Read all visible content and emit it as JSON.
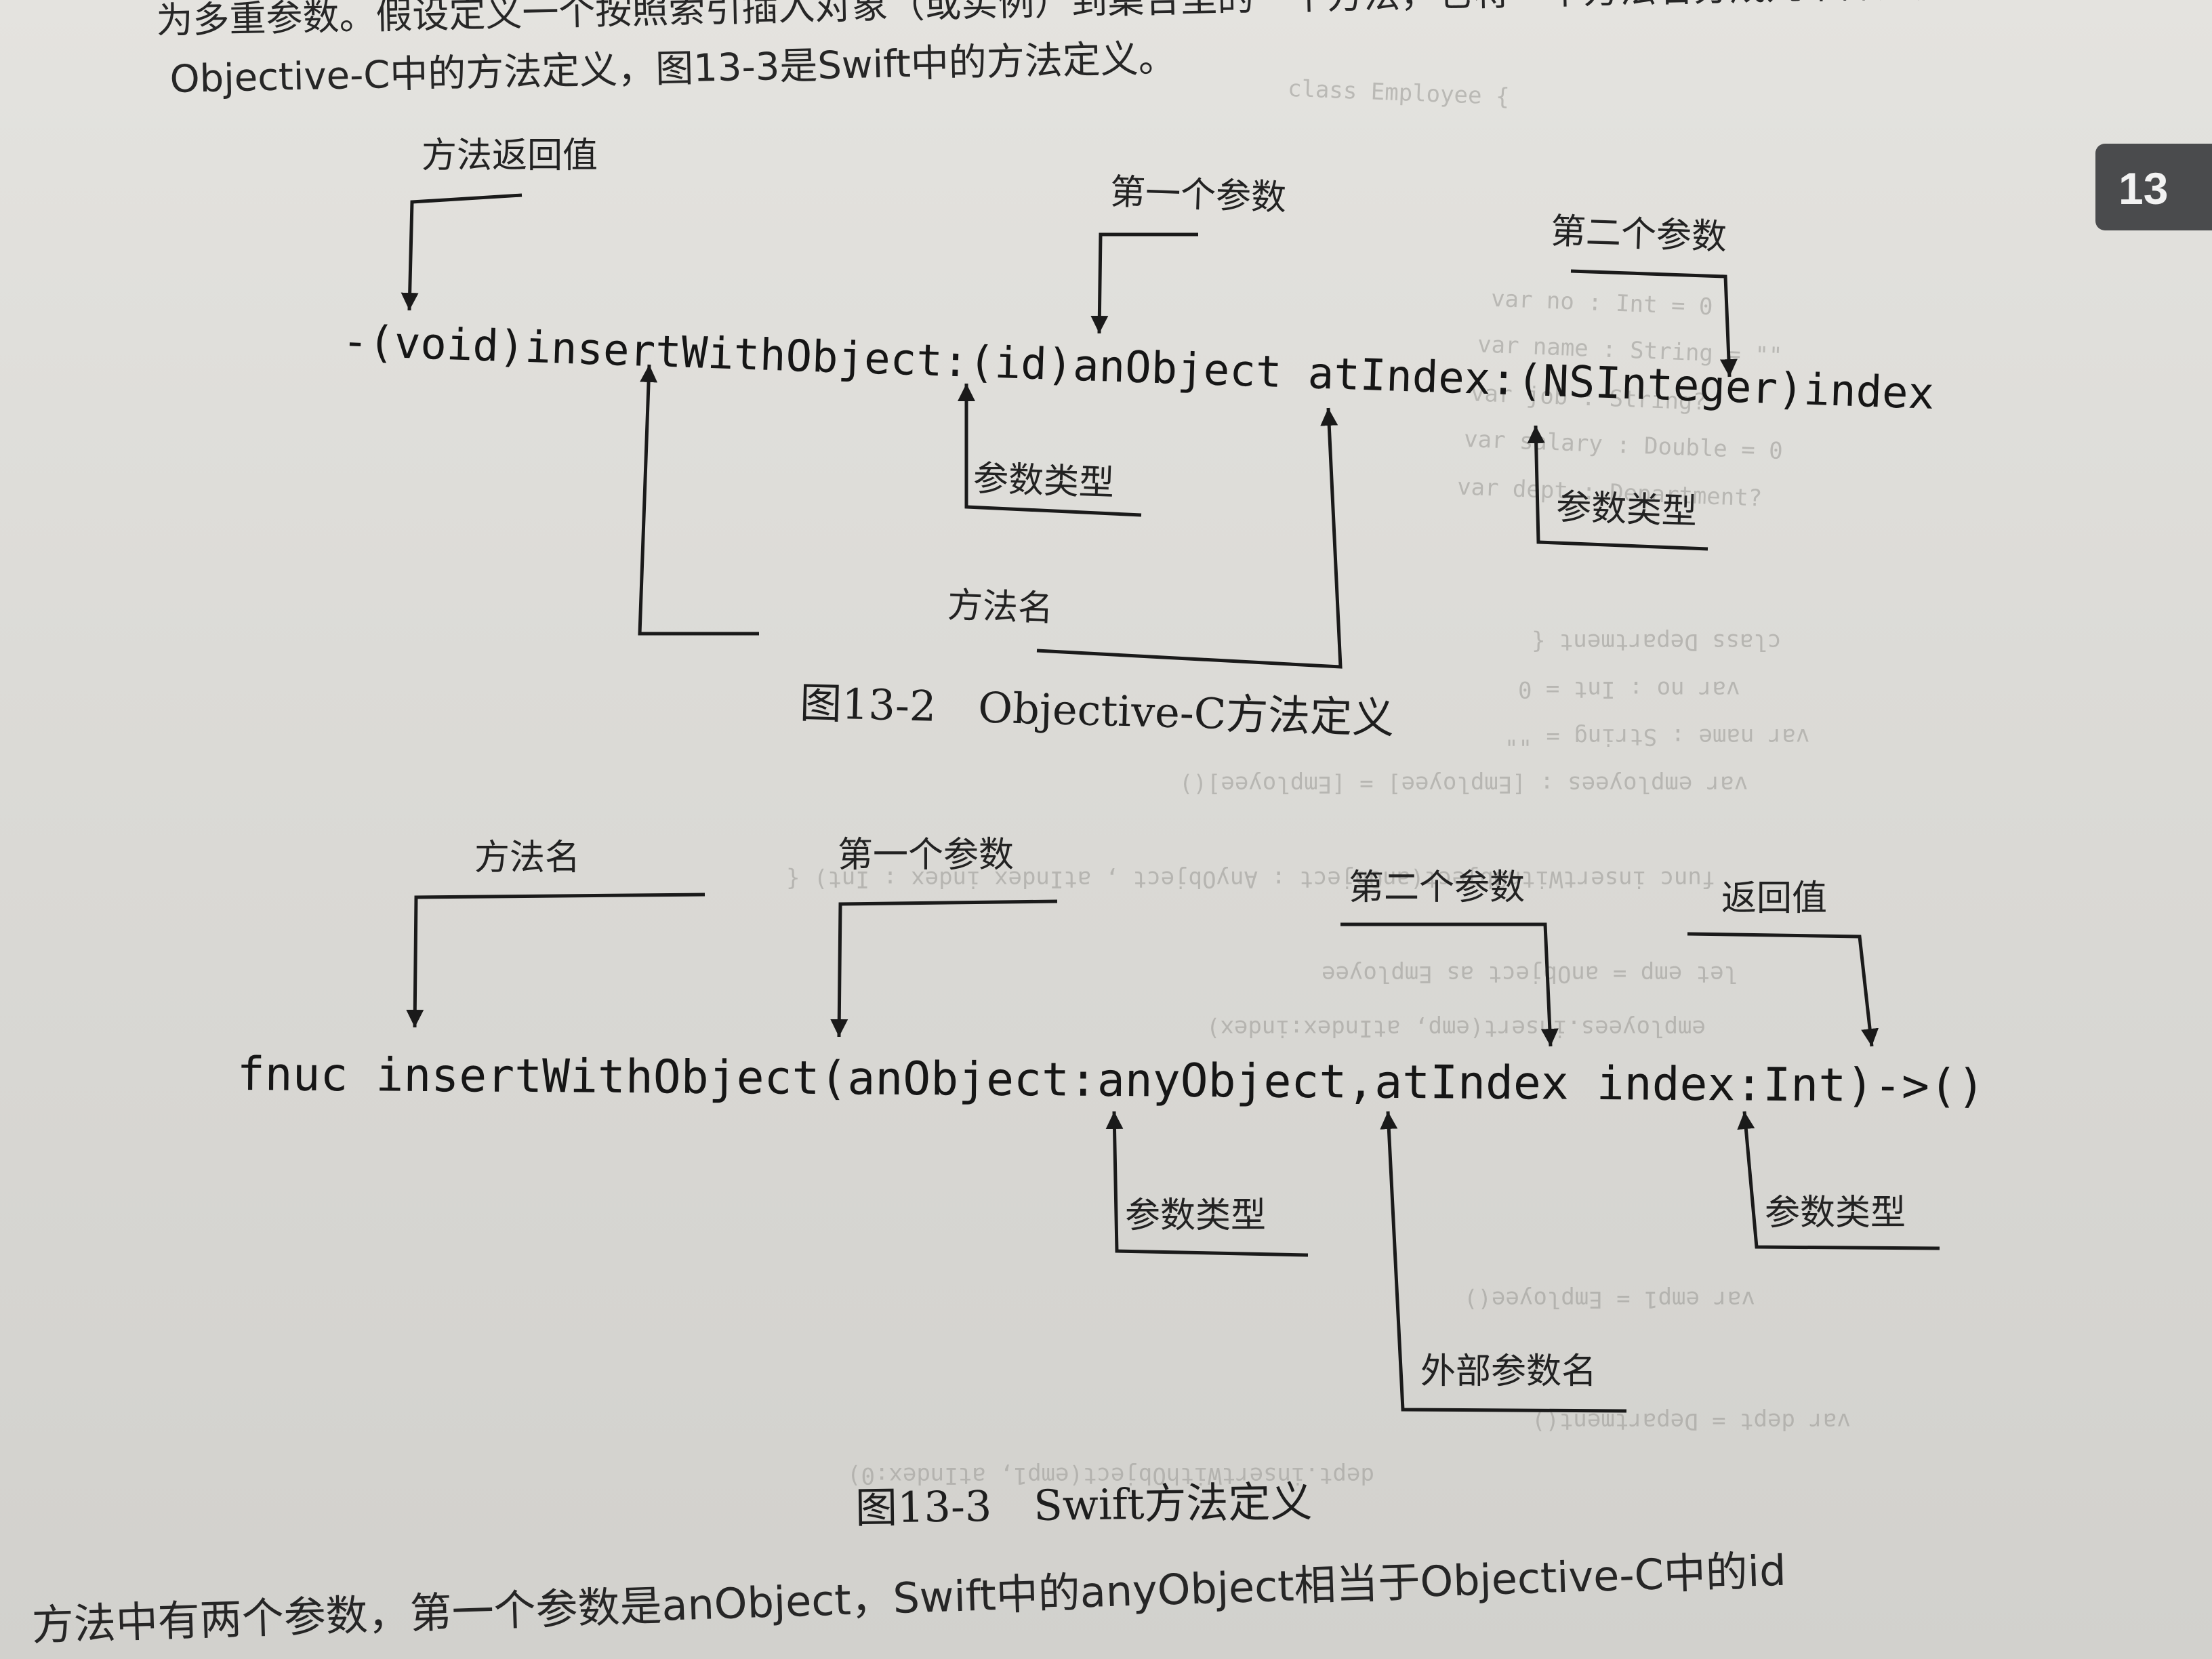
{
  "intro_text": {
    "line1": "为多重参数。假设定义一个按照索引插入对象（或实例）到集合里的一个方法，它将一个方法名分成几个部分，称",
    "line2": "Objective-C中的方法定义，图13-3是Swift中的方法定义。"
  },
  "chapter_tab": "13",
  "figure_13_2": {
    "code": "-(void)insertWithObject:(id)anObject atIndex:(NSInteger)index",
    "labels": {
      "return_value": "方法返回值",
      "first_param": "第一个参数",
      "second_param": "第二个参数",
      "param_type_1": "参数类型",
      "param_type_2": "参数类型",
      "method_name": "方法名"
    },
    "caption": "图13-2　Objective-C方法定义"
  },
  "figure_13_3": {
    "code": "fnuc insertWithObject(anObject:anyObject,atIndex index:Int)->()",
    "labels": {
      "method_name": "方法名",
      "first_param": "第一个参数",
      "second_param": "第二个参数",
      "return_value": "返回值",
      "param_type_1": "参数类型",
      "param_type_2": "参数类型",
      "external_param_name": "外部参数名"
    },
    "caption": "图13-3　Swift方法定义"
  },
  "bottom_text": "方法中有两个参数，第一个参数是anObject，Swift中的anyObject相当于Objective-C中的id",
  "show_through": [
    "class Employee {",
    "var no : Int = 0",
    "var name : String = \"\"",
    "var job : String?",
    "var salary : Double = 0",
    "var dept : Department?",
    "class Department {",
    "var no : Int = 0",
    "var name : String = \"\"",
    "var employees : [Employee] = [Employee]()",
    "func insertWithObject(anObject : AnyObject , atIndex index : Int) {",
    "let emp = anObject as Employee",
    "employees.insert(emp, atIndex:index)",
    "var dept = Department()",
    "var emp1 = Employee()",
    "dept.insertWithObject(emp1, atIndex:0)"
  ]
}
